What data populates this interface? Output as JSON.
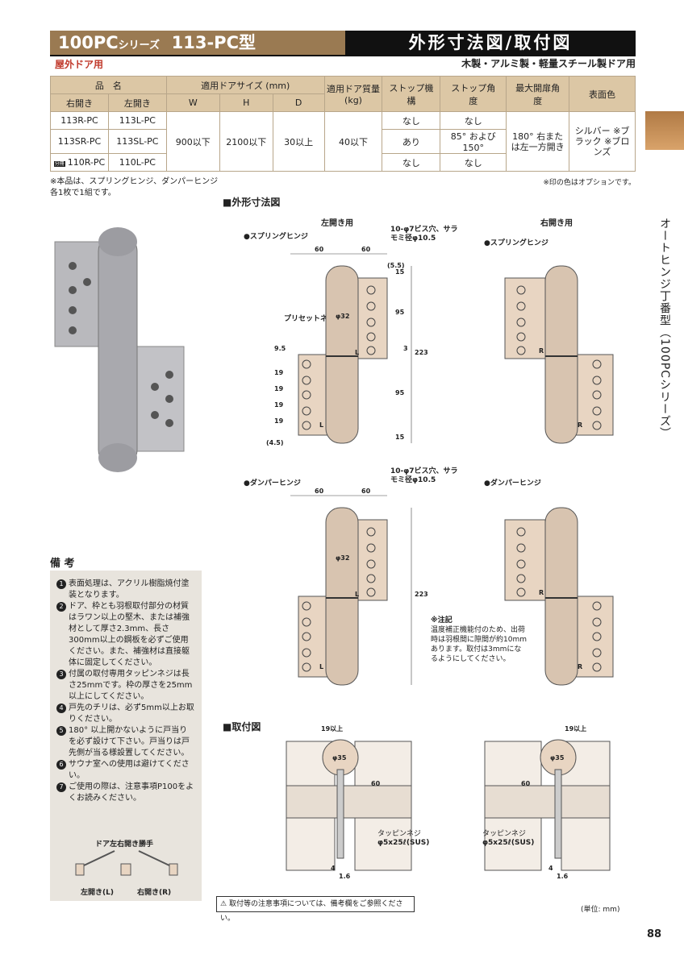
{
  "header": {
    "series": "100PC",
    "series_suffix": "シリーズ",
    "model": "113-PC型",
    "section_title": "外形寸法図/取付図",
    "door_use": "屋外ドア用",
    "door_types": "木製・アルミ製・軽量スチール製ドア用"
  },
  "table": {
    "h_hinmei": "品　名",
    "h_right": "右開き",
    "h_left": "左開き",
    "h_size": "適用ドアサイズ (mm)",
    "h_w": "W",
    "h_h": "H",
    "h_d": "D",
    "h_mass": "適用ドア質量(kg)",
    "h_stop_mech": "ストップ機　構",
    "h_stop_angle": "ストップ角　度",
    "h_max": "最大開扉角　度",
    "h_color": "表面色",
    "rows": [
      {
        "right": "113R-PC",
        "left": "113L-PC",
        "stop_mech": "なし",
        "stop_angle": "なし"
      },
      {
        "right": "113SR-PC",
        "left": "113SL-PC",
        "stop_mech": "あり",
        "stop_angle": "85° および150°"
      },
      {
        "prefix": "分冊",
        "right": "110R-PC",
        "left": "110L-PC",
        "stop_mech": "なし",
        "stop_angle": "なし"
      }
    ],
    "w": "900以下",
    "h": "2100以下",
    "d": "30以上",
    "mass": "40以下",
    "max_angle": "180° 右または左一方開き",
    "colors": "シルバー ※ブラック ※ブロンズ"
  },
  "notes": {
    "left": "※本品は、スプリングヒンジ、ダンパーヒンジ各1枚で1組です。",
    "right": "※印の色はオプションです。"
  },
  "side_label": "オートヒンジ丁番型（100PCシリーズ）",
  "drawing": {
    "section_outline": "■外形寸法図",
    "left_open": "左開き用",
    "right_open": "右開き用",
    "spring_hinge": "●スプリングヒンジ",
    "damper_hinge": "●ダンパーヒンジ",
    "screw_hole": "10-φ7ビス穴、サラモミ径φ10.5",
    "preset_screw": "プリセットネジ",
    "phi32": "φ32",
    "dims": {
      "d60": "60",
      "d19": "19",
      "d95": "95",
      "d9_5": "9.5",
      "d223": "223",
      "d15": "15",
      "d3": "3",
      "d5_5": "(5.5)",
      "d4_5": "(4.5)"
    },
    "mark_l": "L",
    "mark_r": "R",
    "note_title": "※注記",
    "note_body": "温度補正機能付のため、出荷時は羽根間に隙間が約10mmあります。取付は3mmになるようにしてください。",
    "section_mount": "■取付図",
    "mount_19": "19以上",
    "mount_35": "φ35",
    "mount_60": "60",
    "tapping": "タッピンネジ",
    "tapping_spec": "φ5x25ℓ(SUS)",
    "mount_4": "4",
    "mount_1_6": "1.6"
  },
  "remarks": {
    "title": "備 考",
    "items": [
      {
        "n": "1",
        "t": "表面処理は、アクリル樹脂焼付塗装となります。"
      },
      {
        "n": "2",
        "t": "ドア、枠とも羽根取付部分の材質はラワン以上の堅木、または補強材として厚さ2.3mm、長さ300mm以上の鋼板を必ずご使用ください。また、補強材は直接躯体に固定してください。"
      },
      {
        "n": "3",
        "t": "付属の取付専用タッピンネジは長さ25mmです。枠の厚さを25mm以上にしてください。"
      },
      {
        "n": "4",
        "t": "戸先のチリは、必ず5mm以上お取りください。"
      },
      {
        "n": "5",
        "t": "180° 以上開かないように戸当りを必ず設けて下さい。戸当りは戸先側が当る様設置してください。"
      },
      {
        "n": "6",
        "t": "サウナ室への使用は避けてください。"
      },
      {
        "n": "7",
        "t": "ご使用の際は、注意事項P100をよくお読みください。"
      }
    ]
  },
  "hand": {
    "title": "ドア左右開き勝手",
    "left": "左開き(L)",
    "right": "右開き(R)"
  },
  "warning": "取付等の注意事項については、備考欄をご参照ください。",
  "unit": "(単位: mm)",
  "page": "88"
}
